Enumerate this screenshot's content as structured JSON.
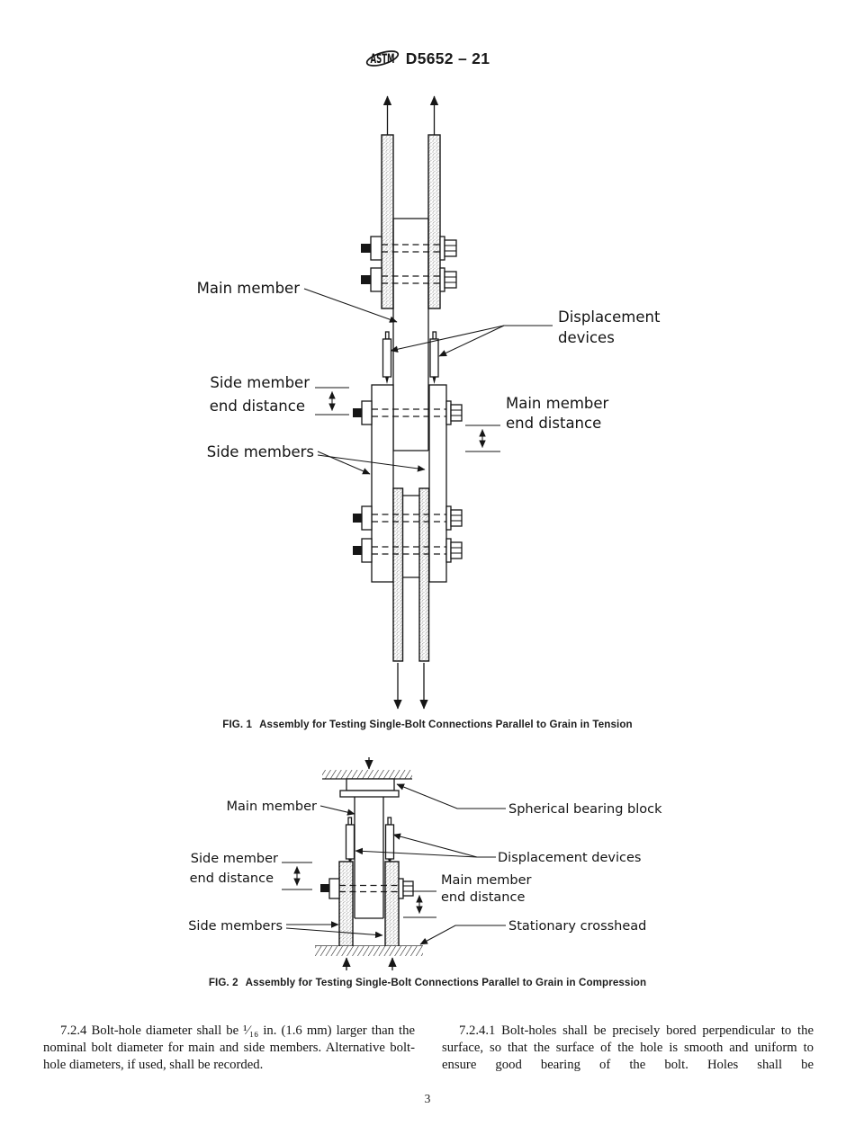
{
  "header": {
    "logo_text": "ASTM",
    "doc_code": "D5652 – 21"
  },
  "fig1": {
    "caption_num": "FIG. 1",
    "caption_text": "Assembly for Testing Single-Bolt Connections Parallel to Grain in Tension",
    "labels": {
      "main_member": "Main member",
      "displacement_devices": [
        "Displacement",
        "devices"
      ],
      "side_member_end_distance": [
        "Side member",
        "end distance"
      ],
      "main_member_end_distance": [
        "Main member",
        "end distance"
      ],
      "side_members": "Side members"
    }
  },
  "fig2": {
    "caption_num": "FIG. 2",
    "caption_text": "Assembly for Testing Single-Bolt Connections Parallel to Grain in Compression",
    "labels": {
      "main_member": "Main member",
      "spherical_bearing_block": "Spherical bearing block",
      "displacement_devices": "Displacement devices",
      "side_member_end_distance": [
        "Side member",
        "end distance"
      ],
      "main_member_end_distance": [
        "Main member",
        "end distance"
      ],
      "side_members": "Side members",
      "stationary_crosshead": "Stationary crosshead"
    }
  },
  "body": {
    "para_7_2_4": "7.2.4 Bolt-hole diameter shall be ¹⁄₁₆ in. (1.6 mm) larger than the nominal bolt diameter for main and side members. Alternative bolt-hole diameters, if used, shall be recorded.",
    "para_7_2_4_1": "7.2.4.1 Bolt-holes shall be precisely bored perpendicular to the surface, so that the surface of the hole is smooth and uniform to ensure good bearing of the bolt. Holes shall be"
  },
  "footer": {
    "page_number": "3"
  }
}
